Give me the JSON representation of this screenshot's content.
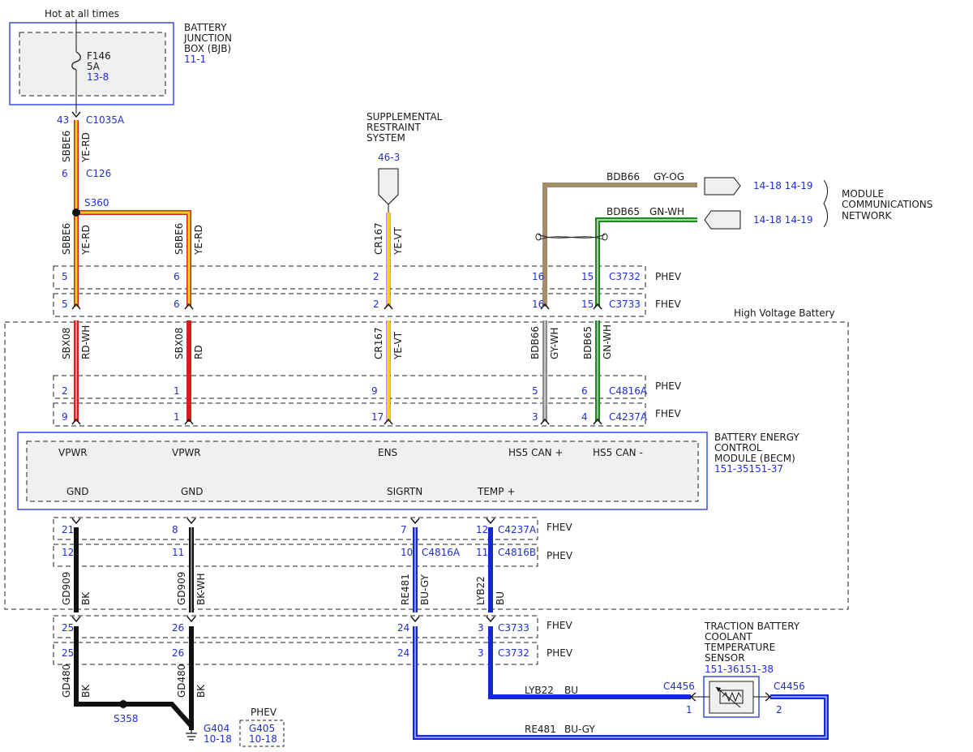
{
  "header": {
    "hot_label": "Hot at all times"
  },
  "bjb": {
    "name_lines": [
      "BATTERY",
      "JUNCTION",
      "BOX (BJB)"
    ],
    "ref": "11-1",
    "fuse_id": "F146",
    "fuse_rating": "5A",
    "fuse_ref": "13-8"
  },
  "fuse_feed": {
    "pin_top": "43",
    "conn_top": "C1035A",
    "circuit": "SBBE6",
    "color": "YE-RD",
    "pin_bottom": "6",
    "conn_bottom": "C126",
    "splice": "S360"
  },
  "srs": {
    "name_lines": [
      "SUPPLEMENTAL",
      "RESTRAINT",
      "SYSTEM"
    ],
    "ref": "46-3"
  },
  "mcn": {
    "name_lines": [
      "MODULE",
      "COMMUNICATIONS",
      "NETWORK"
    ],
    "ref_a": "14-18 14-19",
    "ref_b": "14-18 14-19",
    "wire_a_circuit": "BDB66",
    "wire_a_color": "GY-OG",
    "wire_b_circuit": "BDB65",
    "wire_b_color": "GN-WH"
  },
  "upper_wires": {
    "w1": {
      "circuit": "SBBE6",
      "color": "YE-RD"
    },
    "w2": {
      "circuit": "SBBE6",
      "color": "YE-RD"
    },
    "w3": {
      "circuit": "CR167",
      "color": "YE-VT"
    }
  },
  "c3732_top": {
    "pins": [
      "5",
      "6",
      "2",
      "16",
      "15"
    ],
    "name": "C3732",
    "variant": "PHEV"
  },
  "c3733_top": {
    "pins": [
      "5",
      "6",
      "2",
      "16",
      "15"
    ],
    "name": "C3733",
    "variant": "FHEV"
  },
  "hv_battery": {
    "label": "High Voltage Battery"
  },
  "mid_wires": {
    "w1": {
      "circuit": "SBX08",
      "color": "RD-WH"
    },
    "w2": {
      "circuit": "SBX08",
      "color": "RD"
    },
    "w3": {
      "circuit": "CR167",
      "color": "YE-VT"
    },
    "w4": {
      "circuit": "BDB66",
      "color": "GY-WH"
    },
    "w5": {
      "circuit": "BDB65",
      "color": "GN-WH"
    }
  },
  "c4816a": {
    "pins": [
      "2",
      "1",
      "9",
      "5",
      "6"
    ],
    "name": "C4816A",
    "variant": "PHEV"
  },
  "c4237a_top": {
    "pins": [
      "9",
      "1",
      "17",
      "3",
      "4"
    ],
    "name": "C4237A",
    "variant": "FHEV"
  },
  "becm": {
    "name_lines": [
      "BATTERY ENERGY",
      "CONTROL",
      "MODULE (BECM)"
    ],
    "ref": "151-35151-37",
    "top_pins": [
      "VPWR",
      "VPWR",
      "ENS",
      "HS5 CAN +",
      "HS5 CAN -"
    ],
    "bottom_pins": [
      "GND",
      "GND",
      "SIGRTN",
      "TEMP +"
    ]
  },
  "c4237a_bot": {
    "pins": [
      "21",
      "8",
      "7",
      "12"
    ],
    "name": "C4237A",
    "variant": "FHEV"
  },
  "c4816b_row": {
    "pins": [
      "12",
      "11",
      "10",
      "11"
    ],
    "name_a": "C4816A",
    "name_b": "C4816B",
    "variant": "PHEV"
  },
  "low_wires": {
    "w1": {
      "circuit": "GD909",
      "color": "BK"
    },
    "w2": {
      "circuit": "GD909",
      "color": "BK-WH"
    },
    "w3": {
      "circuit": "RE481",
      "color": "BU-GY"
    },
    "w4": {
      "circuit": "LYB22",
      "color": "BU"
    }
  },
  "c3733_bot": {
    "pins": [
      "25",
      "26",
      "24",
      "3"
    ],
    "name": "C3733",
    "variant": "FHEV"
  },
  "c3732_bot": {
    "pins": [
      "25",
      "26",
      "24",
      "3"
    ],
    "name": "C3732",
    "variant": "PHEV"
  },
  "ground_wires": {
    "w1": {
      "circuit": "GD480",
      "color": "BK"
    },
    "w2": {
      "circuit": "GD480",
      "color": "BK"
    },
    "splice": "S358"
  },
  "grounds": {
    "g404": "G404",
    "g404_ref": "10-18",
    "g405_variant": "PHEV",
    "g405": "G405",
    "g405_ref": "10-18"
  },
  "sensor": {
    "name_lines": [
      "TRACTION BATTERY",
      "COOLANT",
      "TEMPERATURE",
      "SENSOR"
    ],
    "ref": "151-36151-38",
    "conn_left": "C4456",
    "pin_left": "1",
    "conn_right": "C4456",
    "pin_right": "2"
  },
  "sensor_wires": {
    "top": {
      "circuit": "LYB22",
      "color": "BU"
    },
    "bottom": {
      "circuit": "RE481",
      "color": "BU-GY"
    }
  },
  "colors": {
    "yellow": "#f2d21c",
    "red": "#e01b1b",
    "green": "#1d8a1d",
    "gray": "#8c8c8c",
    "tan": "#a58c6a",
    "blue": "#1428d8",
    "black": "#111111",
    "ref_blue": "#1f2fd6",
    "module_outline": "#3a4ee6",
    "module_fill": "#f0f0f0"
  }
}
